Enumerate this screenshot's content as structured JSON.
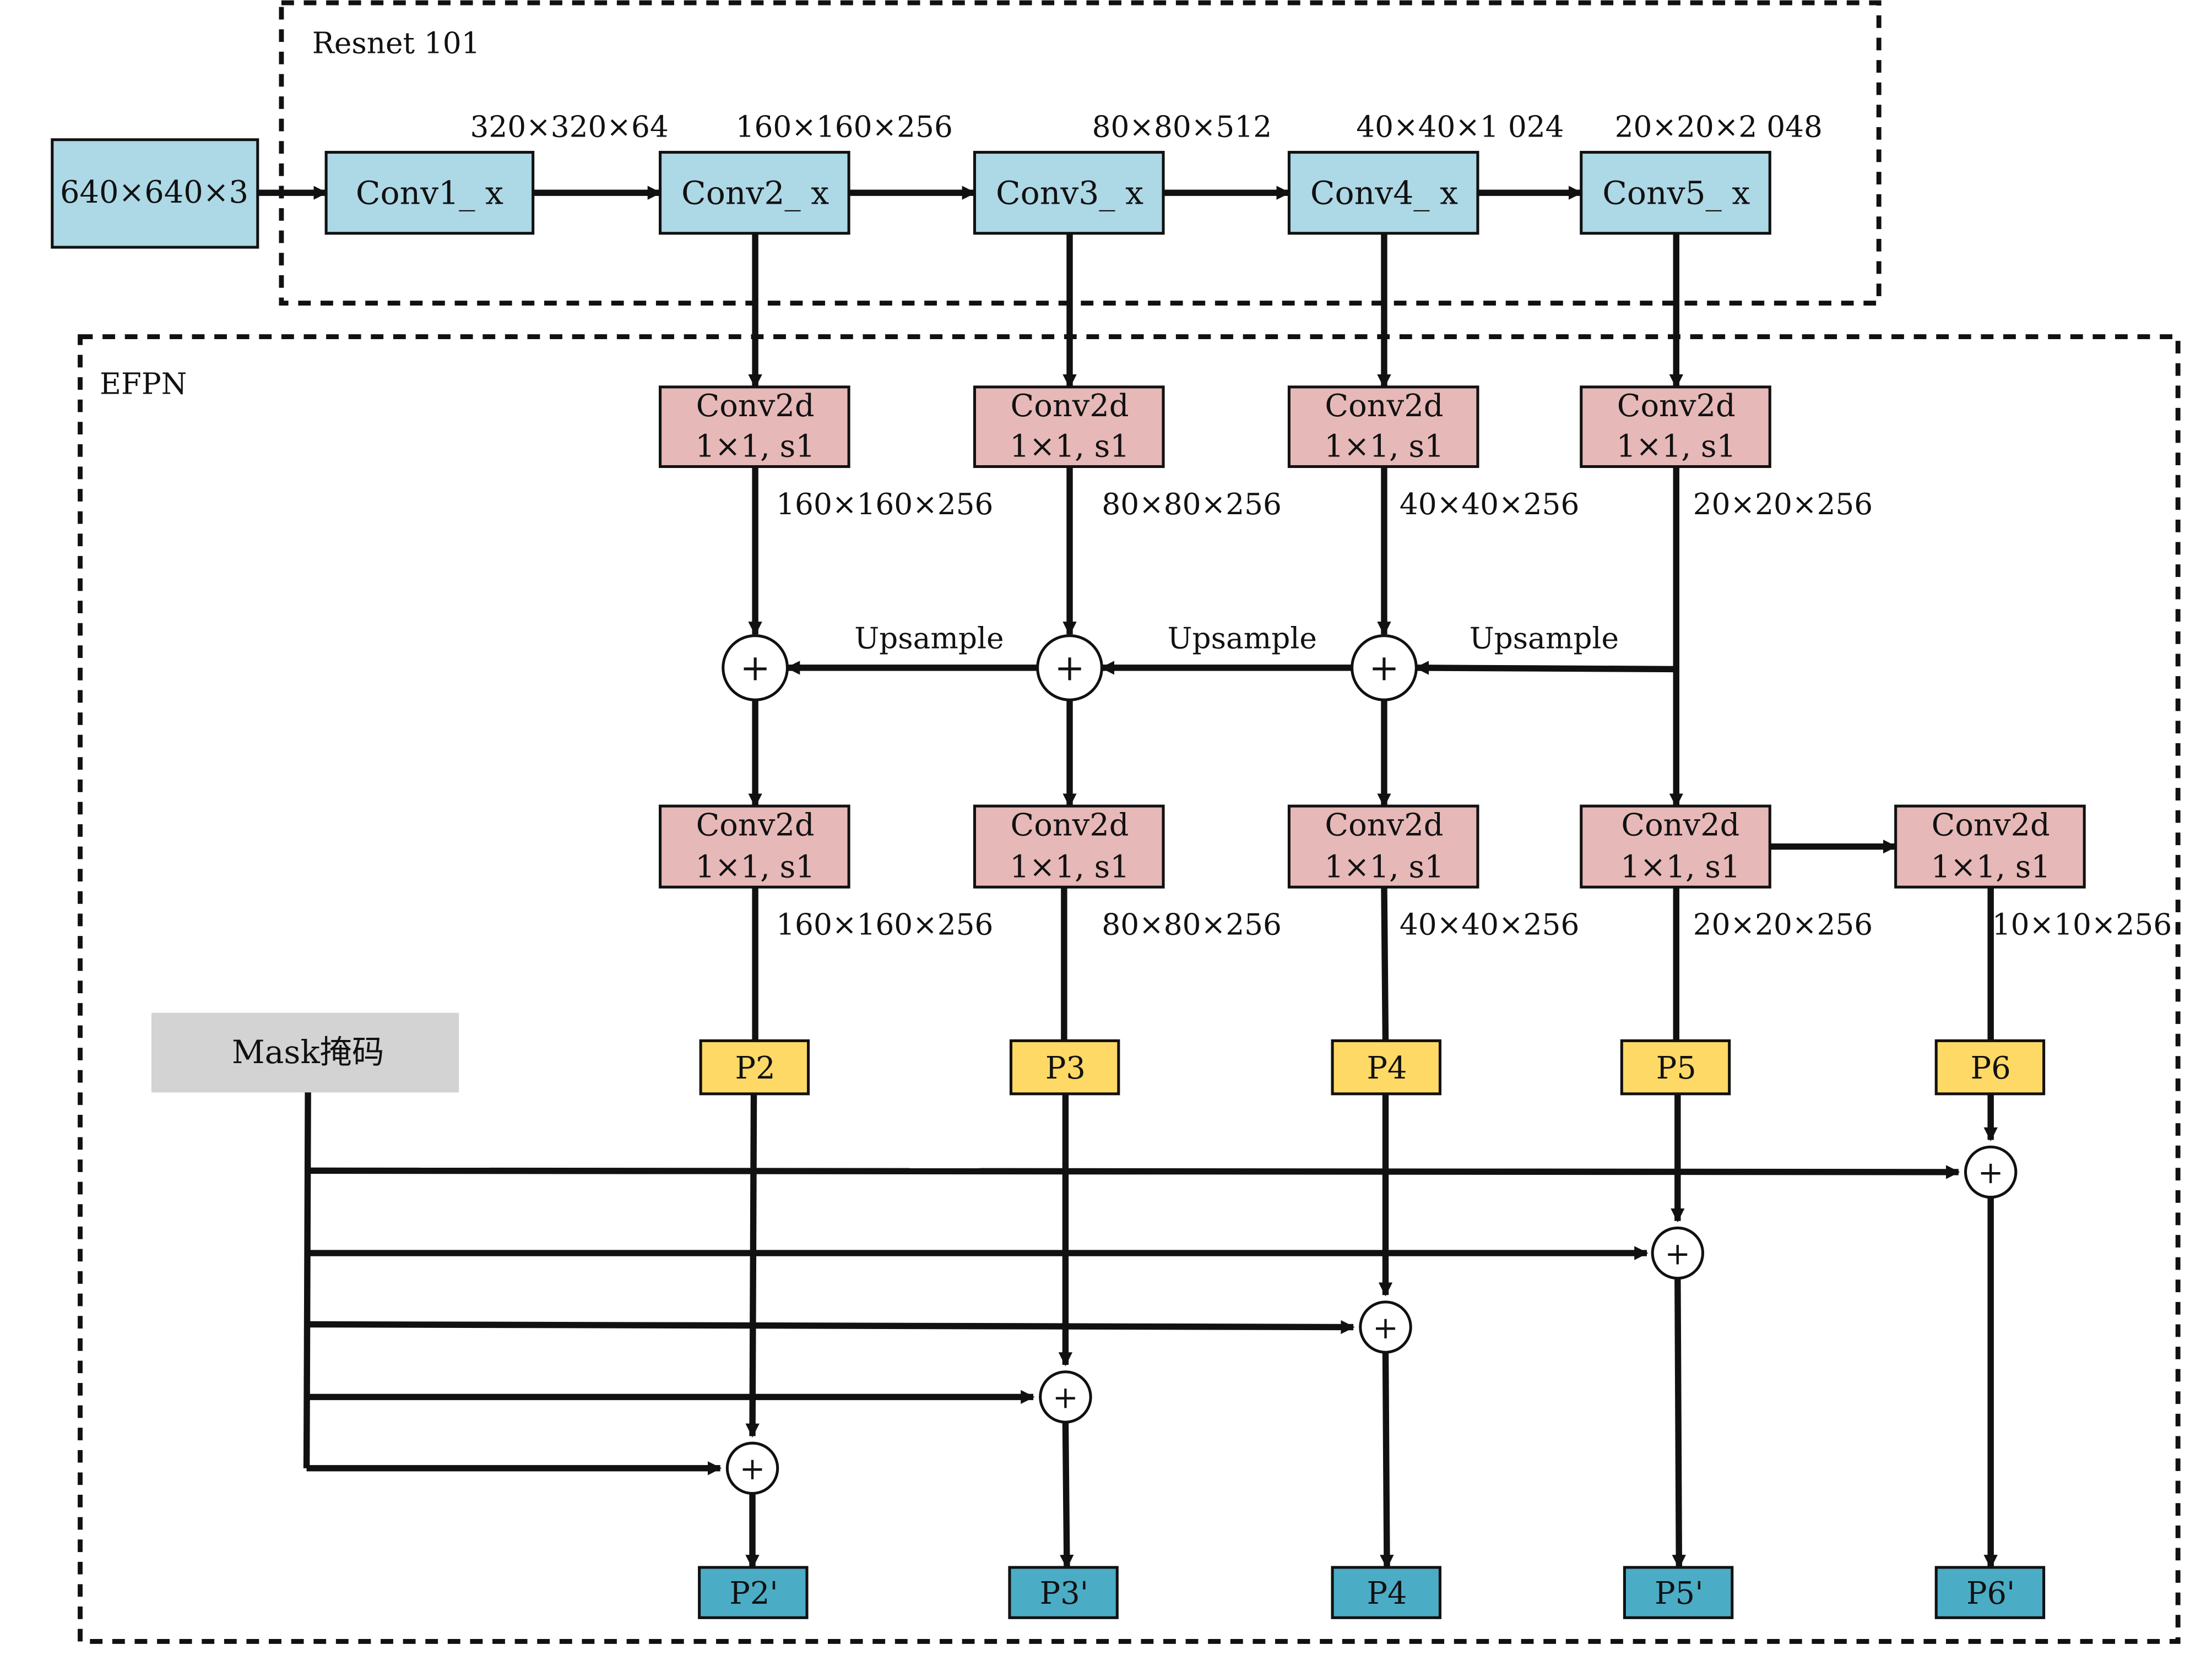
{
  "colors": {
    "backbone": "#add8e6",
    "conv": "#e6b8b7",
    "feature": "#ffd966",
    "output": "#4bacc6",
    "mask": "#d3d3d3",
    "line": "#111111"
  },
  "backbone": {
    "title": "Resnet 101",
    "input": "640×640×3",
    "stages": [
      {
        "label": "Conv1_ x",
        "dim": "320×320×64"
      },
      {
        "label": "Conv2_ x",
        "dim": "160×160×256"
      },
      {
        "label": "Conv3_ x",
        "dim": "80×80×512"
      },
      {
        "label": "Conv4_ x",
        "dim": "40×40×1 024"
      },
      {
        "label": "Conv5_ x",
        "dim": "20×20×2 048"
      }
    ]
  },
  "efpn": {
    "title": "EFPN",
    "lateral": [
      {
        "line1": "Conv2d",
        "line2": "1×1, s1",
        "dim": "160×160×256"
      },
      {
        "line1": "Conv2d",
        "line2": "1×1, s1",
        "dim": "80×80×256"
      },
      {
        "line1": "Conv2d",
        "line2": "1×1, s1",
        "dim": "40×40×256"
      },
      {
        "line1": "Conv2d",
        "line2": "1×1, s1",
        "dim": "20×20×256"
      }
    ],
    "upsample_label": "Upsample",
    "smooth": [
      {
        "line1": "Conv2d",
        "line2": "1×1, s1",
        "dim": "160×160×256"
      },
      {
        "line1": "Conv2d",
        "line2": "1×1, s1",
        "dim": "80×80×256"
      },
      {
        "line1": "Conv2d",
        "line2": "1×1, s1",
        "dim": "40×40×256"
      },
      {
        "line1": "Conv2d",
        "line2": "1×1, s1",
        "dim": "20×20×256"
      },
      {
        "line1": "Conv2d",
        "line2": "1×1, s1",
        "dim": "10×10×256"
      }
    ],
    "features": [
      "P2",
      "P3",
      "P4",
      "P5",
      "P6"
    ],
    "mask": "Mask掩码",
    "plus": "+",
    "outputs": [
      "P2'",
      "P3'",
      "P4",
      "P5'",
      "P6'"
    ]
  }
}
